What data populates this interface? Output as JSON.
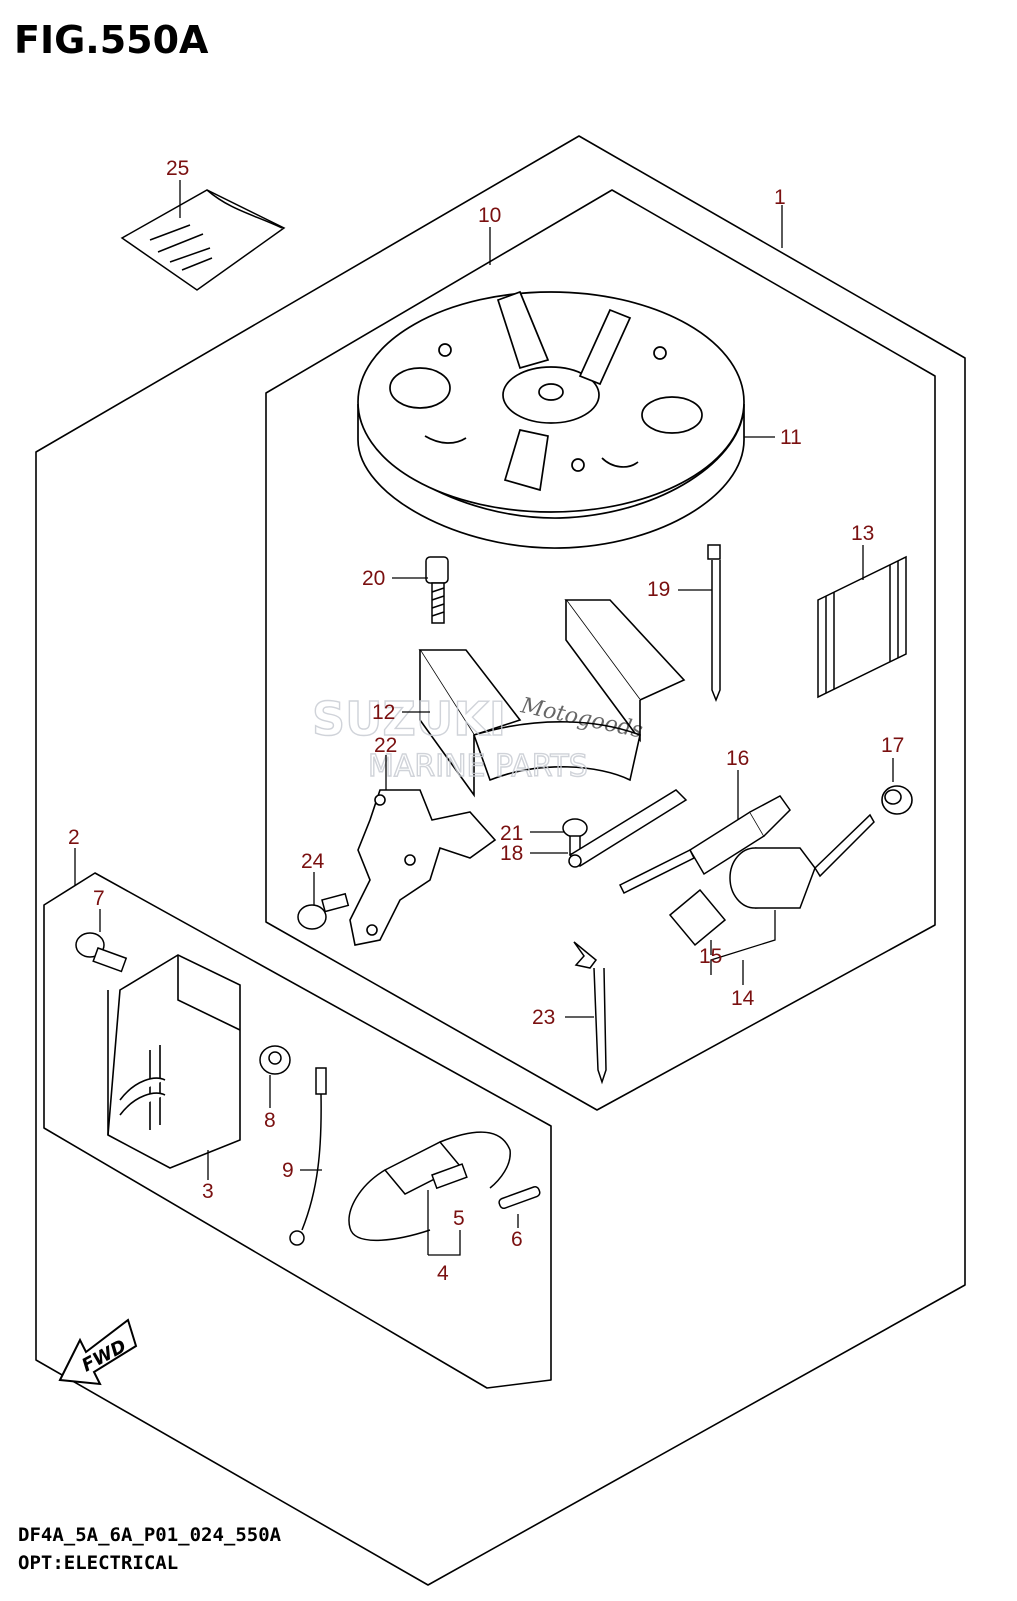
{
  "figure": {
    "title": "FIG.550A",
    "code": "DF4A_5A_6A_P01_024_550A",
    "subtitle": "OPT:ELECTRICAL"
  },
  "watermark": {
    "brand": "SUZUKI",
    "line2": "MARINE PARTS",
    "script": "Motogoods"
  },
  "fwd_label": "FWD",
  "callouts": {
    "c1": "1",
    "c2": "2",
    "c3": "3",
    "c4": "4",
    "c5": "5",
    "c6": "6",
    "c7": "7",
    "c8": "8",
    "c9": "9",
    "c10": "10",
    "c11": "11",
    "c12": "12",
    "c13": "13",
    "c14": "14",
    "c15": "15",
    "c16": "16",
    "c17": "17",
    "c18": "18",
    "c19": "19",
    "c20": "20",
    "c21": "21",
    "c22": "22",
    "c23": "23",
    "c24": "24",
    "c25": "25"
  },
  "colors": {
    "callout": "#7a1010",
    "line": "#000000",
    "watermark": "#c8ccd3"
  }
}
